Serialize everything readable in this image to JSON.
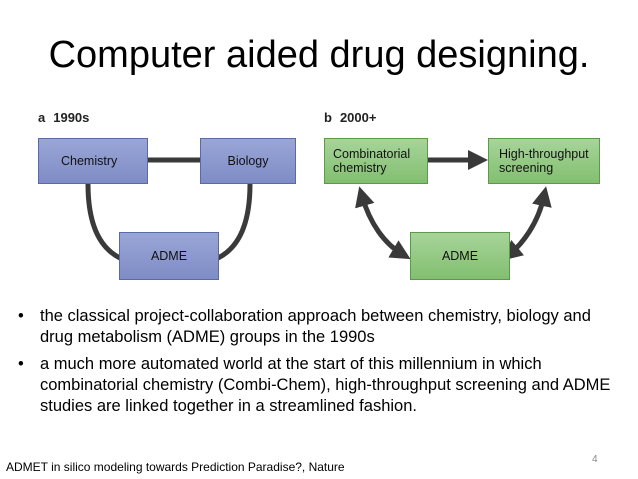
{
  "title": "Computer aided drug designing.",
  "panel_a": {
    "letter": "a",
    "label": "1990s",
    "boxes": {
      "chemistry": "Chemistry",
      "biology": "Biology",
      "adme": "ADME"
    }
  },
  "panel_b": {
    "letter": "b",
    "label": "2000+",
    "boxes": {
      "combinatorial": [
        "Combinatorial",
        "chemistry"
      ],
      "htp": [
        "High-throughput",
        "screening"
      ],
      "adme": "ADME"
    }
  },
  "colors": {
    "blue_box": "#8a96cc",
    "green_box": "#8fc67d",
    "arrow": "#3a3a3a"
  },
  "bullets": [
    "the classical project-collaboration approach between chemistry, biology and drug metabolism (ADME) groups in the 1990s",
    "a much more automated world at the start of this millennium in which combinatorial chemistry (Combi-Chem), high-throughput screening and ADME studies are linked together in a streamlined fashion."
  ],
  "bullet_symbol": "•",
  "page_number": "4",
  "citation": "ADMET in silico modeling towards Prediction Paradise?, Nature"
}
